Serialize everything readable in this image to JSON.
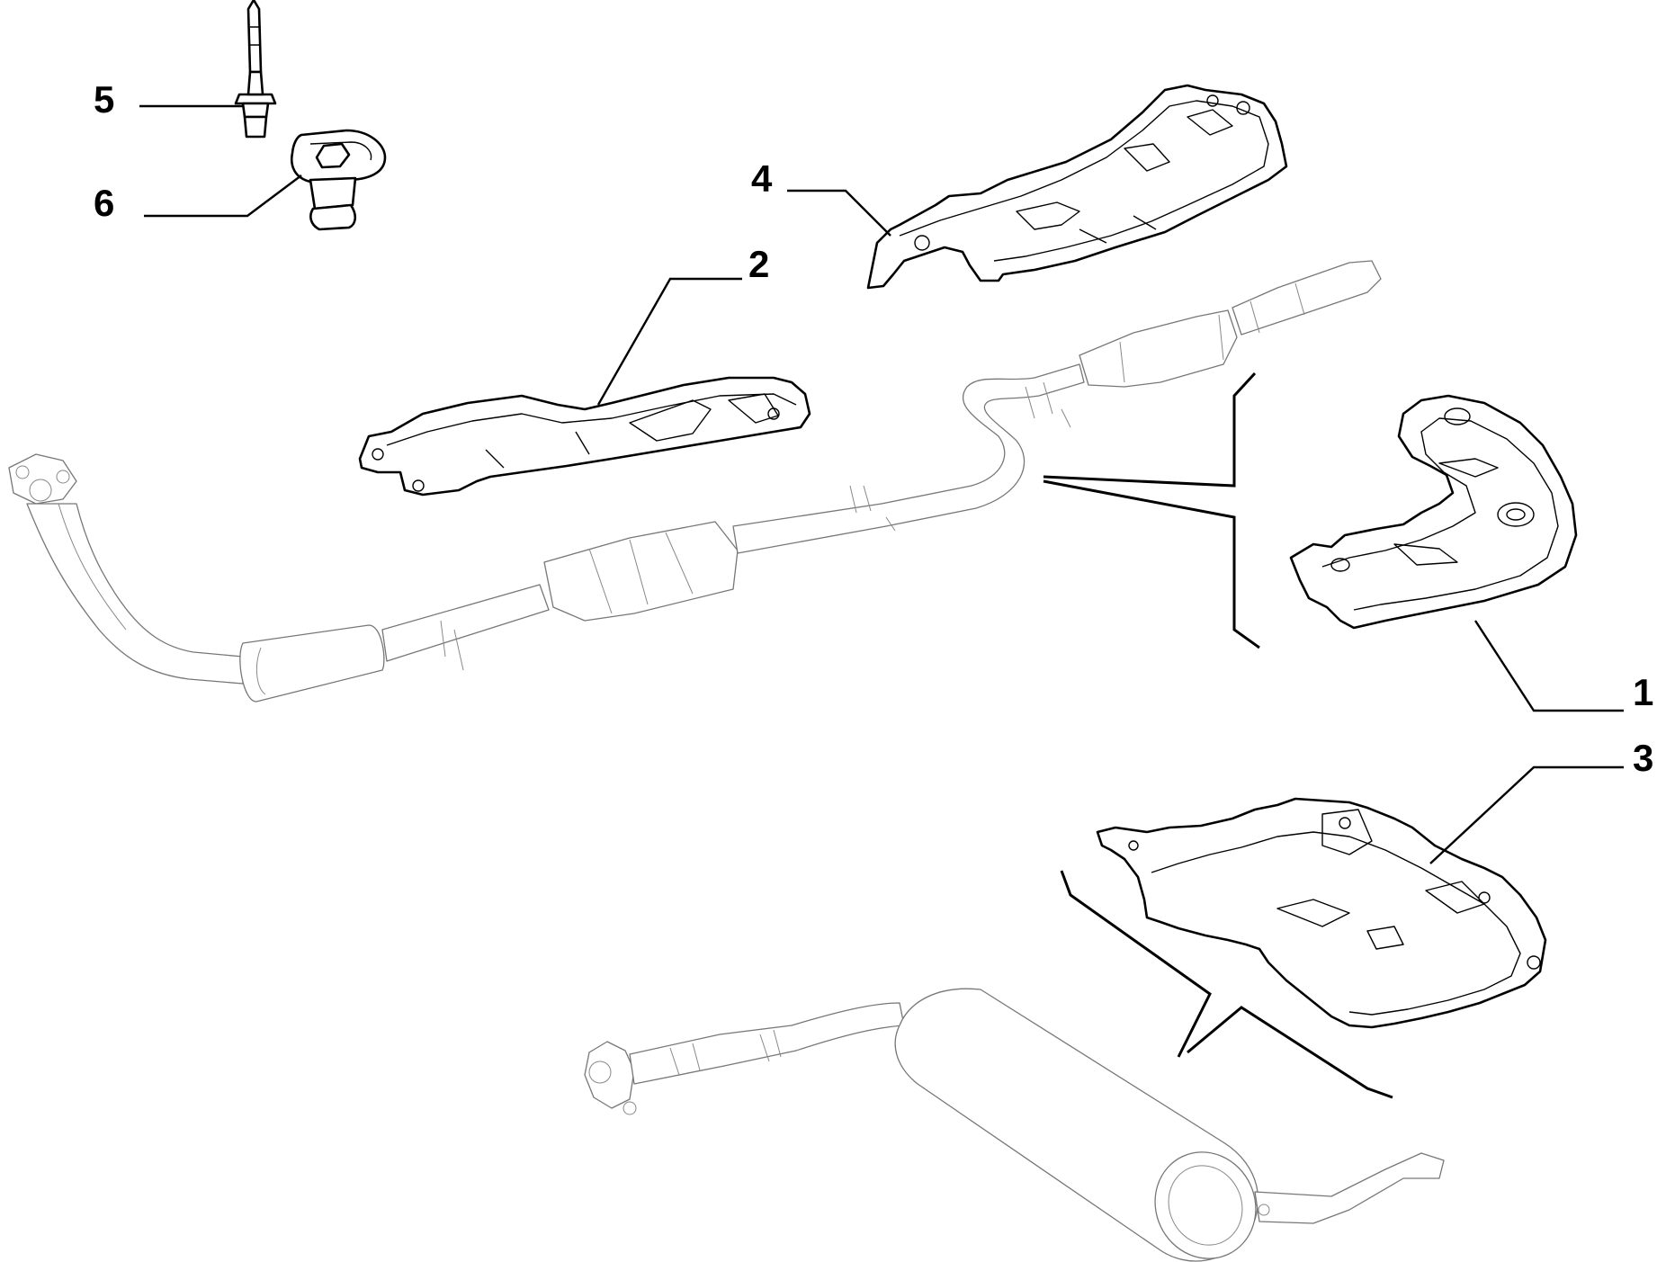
{
  "callouts": [
    {
      "id": "1",
      "label": "1"
    },
    {
      "id": "2",
      "label": "2"
    },
    {
      "id": "3",
      "label": "3"
    },
    {
      "id": "4",
      "label": "4"
    },
    {
      "id": "5",
      "label": "5"
    },
    {
      "id": "6",
      "label": "6"
    }
  ],
  "colors": {
    "linework": "#000000",
    "background_pipe": "#777777",
    "background": "#ffffff"
  }
}
